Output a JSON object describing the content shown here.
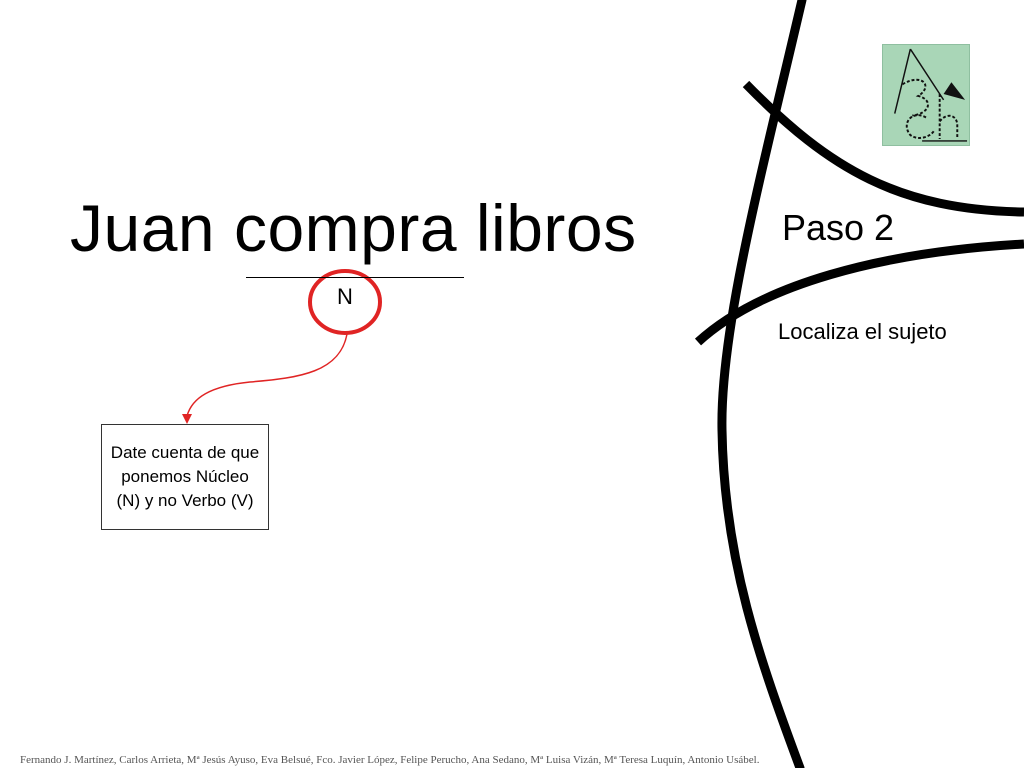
{
  "slide": {
    "title": "Juan compra libros",
    "subject_marker": "N",
    "step": "Paso 2",
    "instruction": "Localiza el sujeto",
    "note": "Date cuenta de que ponemos Núcleo (N) y no Verbo (V)",
    "logo_text": "BCh",
    "credits": "Fernando J. Martínez, Carlos Arrieta, Mª Jesús Ayuso, Eva Belsué, Fco. Javier López, Felipe Perucho, Ana Sedano, Mª Luisa Vizán, Mª Teresa Luquín, Antonio Usábel."
  },
  "colors": {
    "highlight": "#e02424",
    "logo_bg": "#a9d6b7",
    "road": "#000000"
  }
}
